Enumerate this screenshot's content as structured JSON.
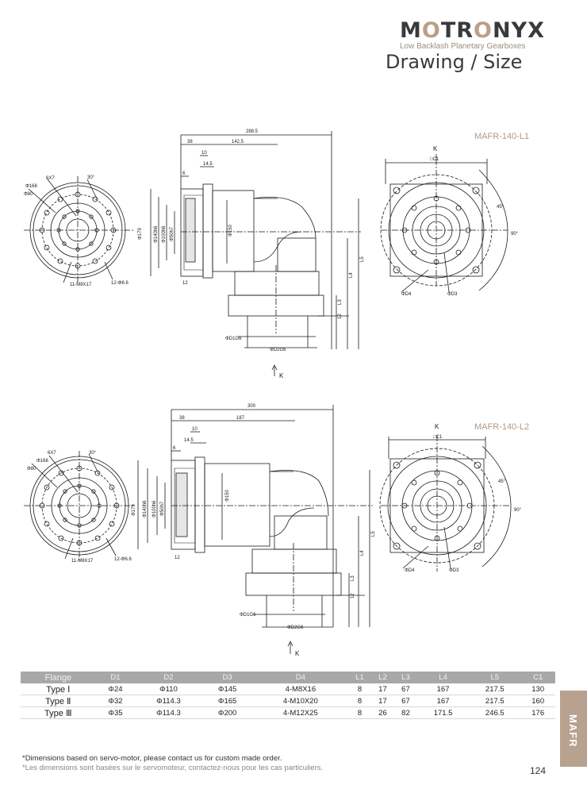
{
  "brand": {
    "name_parts": [
      "M",
      "O",
      "T",
      "R",
      "O",
      "NYX"
    ],
    "tagline": "Low Backlash Planetary Gearboxes"
  },
  "page_title": "Drawing / Size",
  "drawings": [
    {
      "model": "MAFR-140-L1",
      "left_view": {
        "pcd": "Φ168",
        "bore": "Φ80",
        "key": "6X7",
        "angle": "30°",
        "holes": "11-M8X17",
        "holes2": "12-Φ6.6"
      },
      "section": {
        "total": "288.5",
        "a": "38",
        "b": "142.5",
        "c": "10",
        "d": "14.5",
        "e": "6",
        "f": "12",
        "d1": "Φ179",
        "d2": "Φ140h6",
        "d3": "Φ100h6",
        "d4": "Φ50h7",
        "d5": "Φ150",
        "arrow": "K",
        "l5": "L5",
        "l4": "L4",
        "l3": "L3",
        "l2": "12",
        "dim_d1": "ΦD1G6",
        "dim_d2": "ΦD2G6"
      },
      "right_view": {
        "k": "K",
        "c1": "□C1",
        "ang1": "45°",
        "ang2": "90°",
        "d4": "ΦD4",
        "d3": "ΦD3"
      }
    },
    {
      "model": "MAFR-140-L2",
      "left_view": {
        "pcd": "Φ168",
        "bore": "Φ80",
        "key": "6X7",
        "angle": "30°",
        "holes": "11-M8X17",
        "holes2": "12-Φ6.6"
      },
      "section": {
        "total": "300",
        "a": "38",
        "b": "187",
        "c": "10",
        "d": "14.5",
        "e": "6",
        "f": "12",
        "d1": "Φ179",
        "d2": "Φ140h6",
        "d3": "Φ100h6",
        "d4": "Φ50h7",
        "d5": "Φ150",
        "arrow": "K",
        "l5": "L5",
        "l4": "L4",
        "l3": "L3",
        "l2": "12",
        "dim_d1": "ΦD1G6",
        "dim_d2": "ΦD2G6"
      },
      "right_view": {
        "k": "K",
        "c1": "□C1",
        "ang1": "45°",
        "ang2": "90°",
        "d4": "ΦD4",
        "d3": "ΦD3"
      }
    }
  ],
  "table": {
    "headers": [
      "Flange",
      "D1",
      "D2",
      "D3",
      "D4",
      "L1",
      "L2",
      "L3",
      "L4",
      "L5",
      "C1"
    ],
    "rows": [
      [
        "Type Ⅰ",
        "Φ24",
        "Φ110",
        "Φ145",
        "4-M8X16",
        "8",
        "17",
        "67",
        "167",
        "217.5",
        "130"
      ],
      [
        "Type Ⅱ",
        "Φ32",
        "Φ114.3",
        "Φ165",
        "4-M10X20",
        "8",
        "17",
        "67",
        "167",
        "217.5",
        "160"
      ],
      [
        "Type Ⅲ",
        "Φ35",
        "Φ114.3",
        "Φ200",
        "4-M12X25",
        "8",
        "26",
        "82",
        "171.5",
        "246.5",
        "176"
      ]
    ]
  },
  "notes": {
    "en": "*Dimensions based on servo-motor,  please contact us for custom made order.",
    "fr": "*Les dimensions sont basées sur le servomoteur, contactez-nous pour les cas particuliers."
  },
  "side_tab": "MAFR",
  "page_number": "124",
  "colors": {
    "accent": "#b8a18e",
    "header_gray": "#a8a8a8",
    "line": "#1a1a1a"
  }
}
